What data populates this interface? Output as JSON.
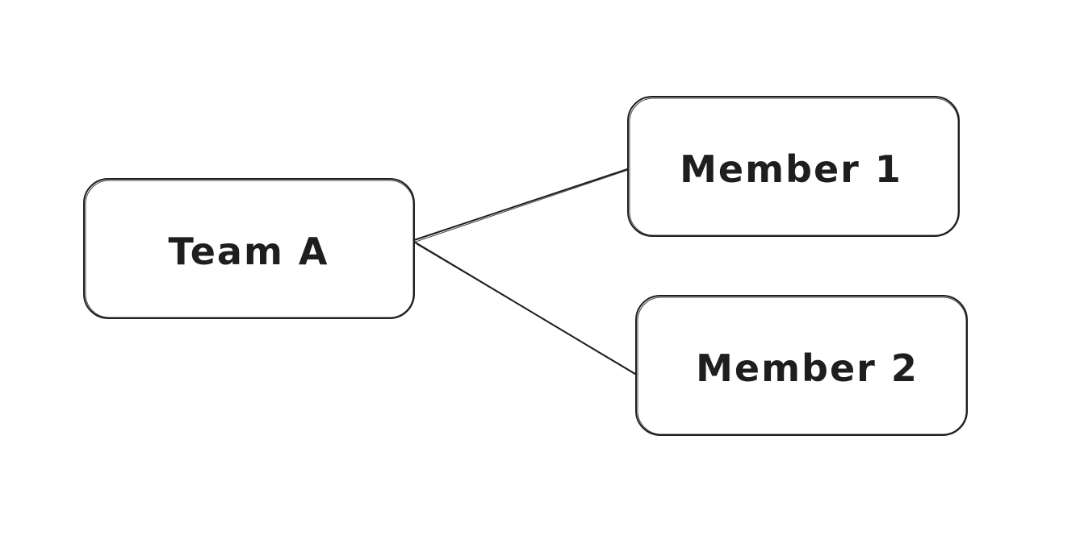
{
  "diagram": {
    "stroke_color": "#1e1e1e",
    "background_color": "#ffffff",
    "nodes": {
      "team": {
        "label": "Team A"
      },
      "member1": {
        "label": "Member 1"
      },
      "member2": {
        "label": "Member 2"
      }
    }
  }
}
